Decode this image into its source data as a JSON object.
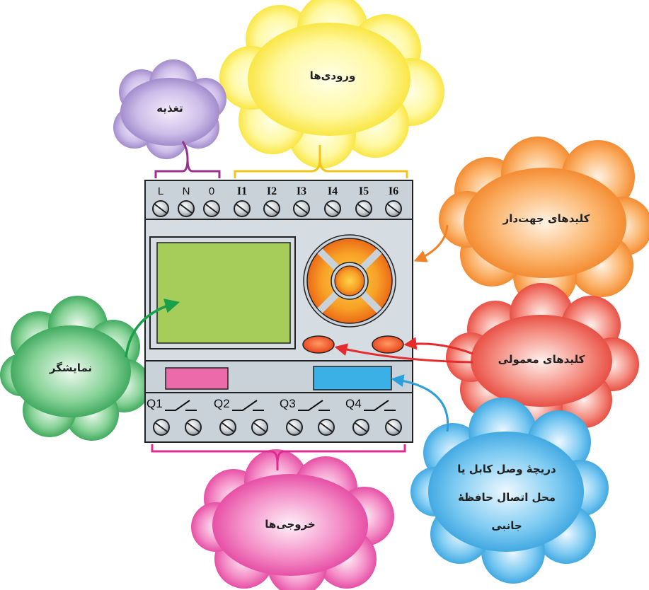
{
  "clouds": {
    "power": {
      "label": "تغذیه",
      "color": "#9f88c8"
    },
    "inputs": {
      "label": "ورودی‌ها",
      "color": "#fff046"
    },
    "arrow_keys": {
      "label": "کلیدهای جهت‌دار",
      "color": "#f58a2a"
    },
    "normal_keys": {
      "label": "کلیدهای معمولی",
      "color": "#ec4a3c"
    },
    "display": {
      "label": "نمایشگر",
      "color": "#2fa651"
    },
    "outputs": {
      "label": "خروجی‌ها",
      "color": "#e63c9c"
    },
    "port": {
      "lines": [
        "دریچهٔ وصل کابل یا",
        "محل اتصال حافظهٔ",
        "جانبی"
      ],
      "color": "#33a6e0"
    }
  },
  "terminals": {
    "top_labels": [
      "L",
      "N",
      "0",
      "I1",
      "I2",
      "I3",
      "I4",
      "I5",
      "I6"
    ],
    "output_labels": [
      "Q1",
      "Q2",
      "Q3",
      "Q4"
    ]
  },
  "device": {
    "body_color": "#d5dde3",
    "screen_color": "#a6cc5a",
    "pink_slot_color": "#ec6aaa",
    "blue_slot_color": "#3ab0e6"
  }
}
